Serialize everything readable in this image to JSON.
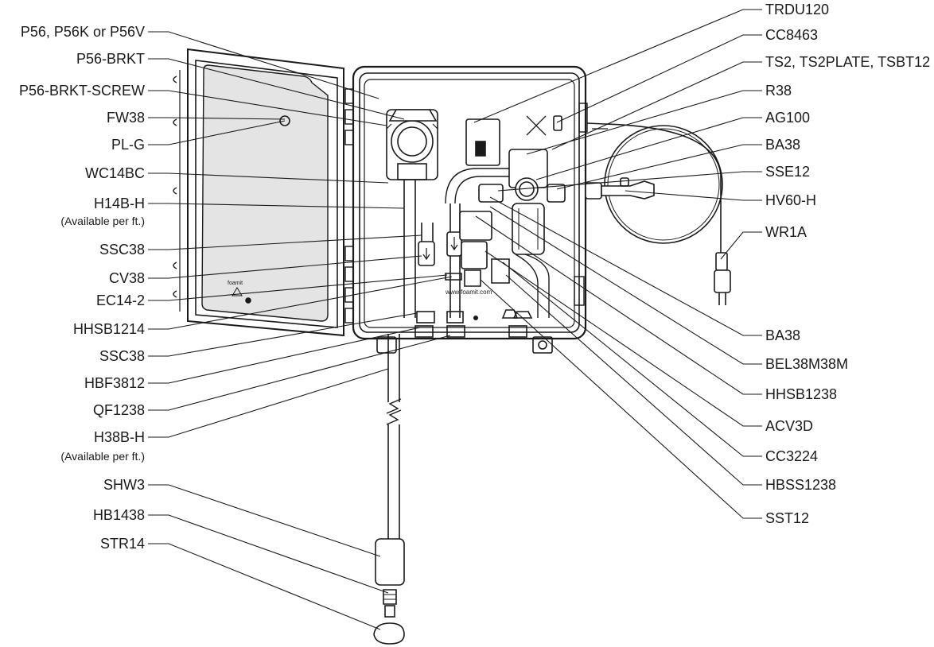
{
  "left_labels": [
    {
      "id": "p56",
      "text": "P56, P56K or P56V"
    },
    {
      "id": "p56-brkt",
      "text": "P56-BRKT"
    },
    {
      "id": "p56-brkt-screw",
      "text": "P56-BRKT-SCREW"
    },
    {
      "id": "fw38",
      "text": "FW38"
    },
    {
      "id": "pl-g",
      "text": "PL-G"
    },
    {
      "id": "wc14bc",
      "text": "WC14BC"
    },
    {
      "id": "h14b-h",
      "text": "H14B-H",
      "note": "(Available per ft.)"
    },
    {
      "id": "ssc38-a",
      "text": "SSC38"
    },
    {
      "id": "cv38",
      "text": "CV38"
    },
    {
      "id": "ec14-2",
      "text": "EC14-2"
    },
    {
      "id": "hhsb1214",
      "text": "HHSB1214"
    },
    {
      "id": "ssc38-b",
      "text": "SSC38"
    },
    {
      "id": "hbf3812",
      "text": "HBF3812"
    },
    {
      "id": "qf1238",
      "text": "QF1238"
    },
    {
      "id": "h38b-h",
      "text": "H38B-H",
      "note": "(Available per ft.)"
    },
    {
      "id": "shw3",
      "text": "SHW3"
    },
    {
      "id": "hb1438",
      "text": "HB1438"
    },
    {
      "id": "str14",
      "text": "STR14"
    }
  ],
  "right_labels": [
    {
      "id": "trdu120",
      "text": "TRDU120"
    },
    {
      "id": "cc8463",
      "text": "CC8463"
    },
    {
      "id": "ts2",
      "text": "TS2, TS2PLATE, TSBT12"
    },
    {
      "id": "r38",
      "text": "R38"
    },
    {
      "id": "ag100",
      "text": "AG100"
    },
    {
      "id": "ba38-a",
      "text": "BA38"
    },
    {
      "id": "sse12",
      "text": "SSE12"
    },
    {
      "id": "hv60-h",
      "text": "HV60-H"
    },
    {
      "id": "wr1a",
      "text": "WR1A"
    },
    {
      "id": "ba38-b",
      "text": "BA38"
    },
    {
      "id": "bel38m38m",
      "text": "BEL38M38M"
    },
    {
      "id": "hhsb1238",
      "text": "HHSB1238"
    },
    {
      "id": "acv3d",
      "text": "ACV3D"
    },
    {
      "id": "cc3224",
      "text": "CC3224"
    },
    {
      "id": "hbss1238",
      "text": "HBSS1238"
    },
    {
      "id": "sst12",
      "text": "SST12"
    }
  ],
  "cabinet_text": {
    "brand": "foamit",
    "brand_www": "www.foamit.com"
  },
  "colors": {
    "line": "#1a1a1a",
    "door_glass": "#e4e4e4",
    "panel": "#ffffff"
  }
}
